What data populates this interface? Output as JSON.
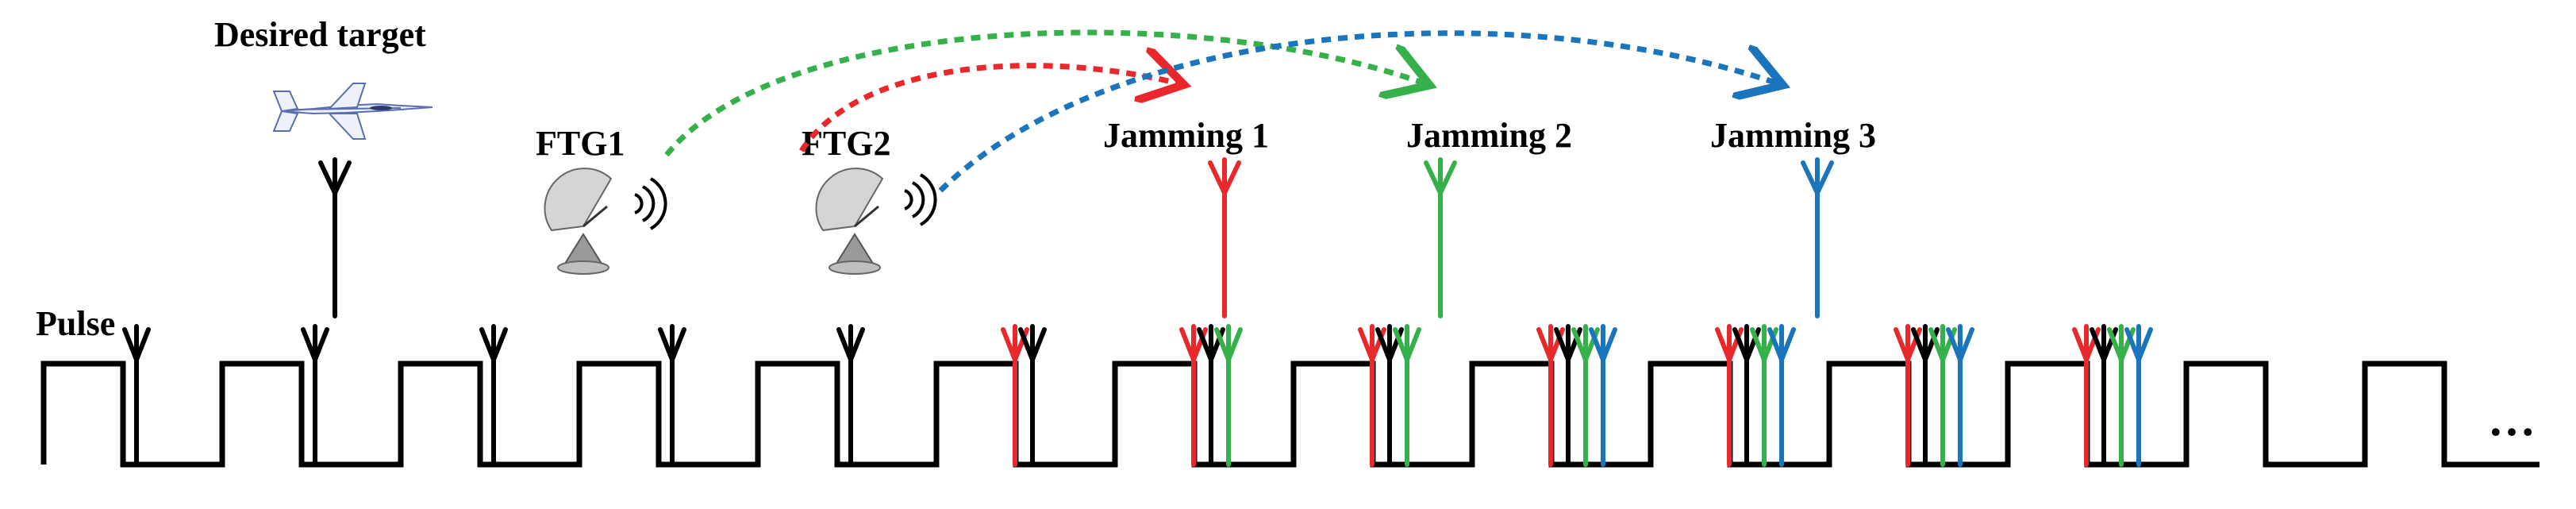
{
  "labels": {
    "desired_target": "Desired target",
    "ftg1": "FTG1",
    "ftg2": "FTG2",
    "jamming1": "Jamming 1",
    "jamming2": "Jamming 2",
    "jamming3": "Jamming 3",
    "pulse": "Pulse",
    "ellipsis": "…"
  },
  "colors": {
    "line": "#000000",
    "jamming1": "#e8282b",
    "jamming2": "#35b04a",
    "jamming3": "#1a75bc",
    "ftg_dish": "#8a8a8a",
    "aircraft": "#5a6fb0"
  },
  "pulse_train": {
    "pulse_count": 14,
    "echoes": [
      {
        "pulse": 1,
        "signals": [
          "target"
        ]
      },
      {
        "pulse": 2,
        "signals": [
          "target"
        ]
      },
      {
        "pulse": 3,
        "signals": [
          "target"
        ]
      },
      {
        "pulse": 4,
        "signals": [
          "target"
        ]
      },
      {
        "pulse": 5,
        "signals": [
          "target"
        ]
      },
      {
        "pulse": 6,
        "signals": [
          "jamming1",
          "target"
        ]
      },
      {
        "pulse": 7,
        "signals": [
          "jamming1",
          "target",
          "jamming2"
        ]
      },
      {
        "pulse": 8,
        "signals": [
          "jamming1",
          "target",
          "jamming2"
        ]
      },
      {
        "pulse": 9,
        "signals": [
          "jamming1",
          "target",
          "jamming2",
          "jamming3"
        ]
      },
      {
        "pulse": 10,
        "signals": [
          "jamming1",
          "target",
          "jamming2",
          "jamming3"
        ]
      },
      {
        "pulse": 11,
        "signals": [
          "jamming1",
          "target",
          "jamming2",
          "jamming3"
        ]
      },
      {
        "pulse": 12,
        "signals": [
          "jamming1",
          "target",
          "jamming2",
          "jamming3"
        ]
      }
    ]
  },
  "icons": {
    "aircraft": "fighter-jet-icon",
    "ftg_dish": "radar-dish-icon",
    "wave": "signal-wave-icon",
    "antenna": "antenna-icon"
  }
}
